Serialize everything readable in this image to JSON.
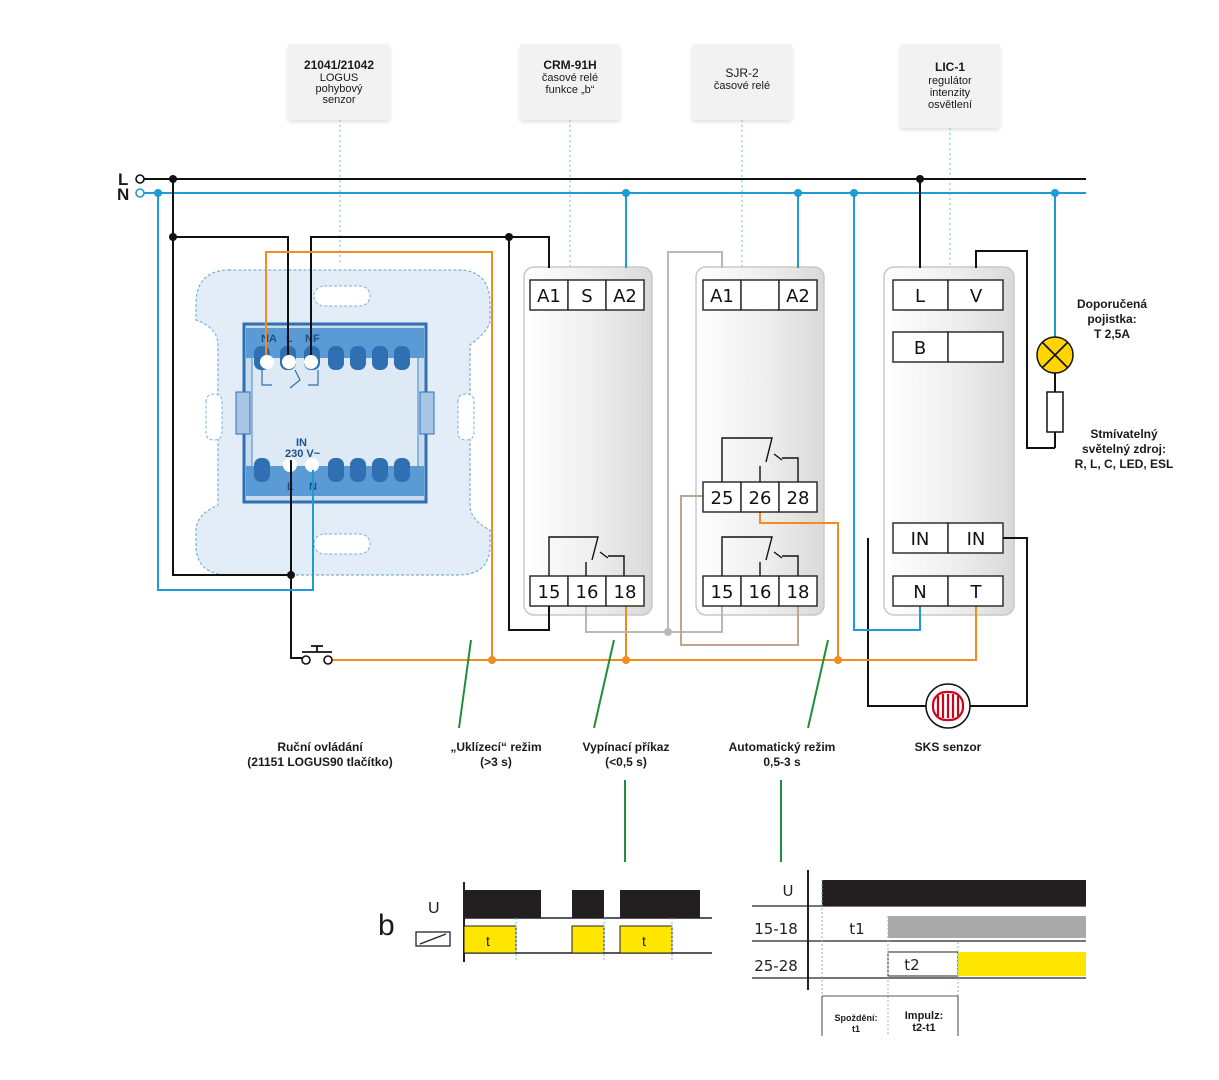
{
  "lines": {
    "l_label": "L",
    "n_label": "N"
  },
  "devices": {
    "logus": {
      "lines": [
        "21041/21042",
        "LOGUS",
        "pohybový",
        "senzor"
      ],
      "terminals_top": [
        "NA",
        "L",
        "NF"
      ],
      "terminals_bottom_in": "IN",
      "terminals_bottom_v": "230 V~",
      "terminals_bottom": [
        "L",
        "N"
      ]
    },
    "crm": {
      "lines": [
        "CRM-91H",
        "časové relé",
        "funkce „b“"
      ],
      "top_terminals": [
        "A1",
        "S",
        "A2"
      ],
      "bottom_terminals": [
        "15",
        "16",
        "18"
      ]
    },
    "sjr": {
      "lines": [
        "SJR-2",
        "časové relé"
      ],
      "top_terminals": [
        "A1",
        "",
        "A2"
      ],
      "mid_terminals": [
        "25",
        "26",
        "28"
      ],
      "bottom_terminals": [
        "15",
        "16",
        "18"
      ]
    },
    "lic": {
      "lines": [
        "LIC-1",
        "regulátor",
        "intenzity",
        "osvětlení"
      ],
      "row1": [
        "L",
        "V"
      ],
      "row2": [
        "B",
        ""
      ],
      "row3": [
        "IN",
        "IN"
      ],
      "row4": [
        "N",
        "T"
      ]
    }
  },
  "labels": {
    "fuse": [
      "Doporučená",
      "pojistka:",
      "T 2,5A"
    ],
    "source": [
      "Stmívatelný",
      "světelný zdroj:",
      "R, L, C, LED, ESL"
    ],
    "manual": [
      "Ruční ovládání",
      "(21151 LOGUS90 tlačítko)"
    ],
    "cleaning": [
      "„Uklízecí“ režim",
      "(>3 s)"
    ],
    "off_cmd": [
      "Vypínací příkaz",
      "(<0,5 s)"
    ],
    "auto": [
      "Automatický režim",
      "0,5-3 s"
    ],
    "sks": "SKS senzor"
  },
  "timing_b": {
    "letter": "b",
    "u_label": "U",
    "t_label": "t"
  },
  "timing_right": {
    "u_label": "U",
    "row1": "15-18",
    "row2": "25-28",
    "t1": "t1",
    "t2": "t2",
    "delay": [
      "Spoždění:",
      "t1"
    ],
    "pulse": [
      "Impulz:",
      "t2-t1"
    ]
  },
  "colors": {
    "phase": "#111111",
    "neutral": "#1e9bd7",
    "control": "#f28c1e",
    "signal": "#1f8f3a",
    "lamp": "#ffd400",
    "bar_yellow": "#ffe600"
  }
}
